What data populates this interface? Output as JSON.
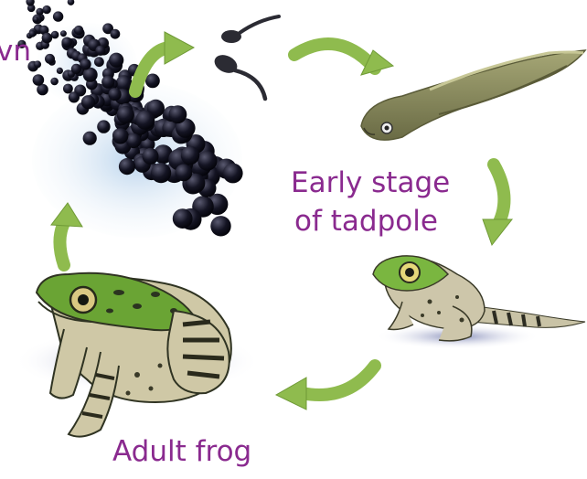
{
  "diagram": {
    "labels": {
      "spawn_partial": "vn",
      "early_tadpole_line1": "Early stage",
      "early_tadpole_line2": "of tadpole",
      "adult_frog": "Adult frog"
    },
    "stages": [
      "frog-spawn",
      "hatchling-tadpoles",
      "early-tadpole",
      "froglet",
      "adult-frog"
    ],
    "colors": {
      "label_text": "#8a2a8f",
      "arrow": "#8fbb4e",
      "spawn_egg": "#141423",
      "spawn_jelly": "#c9def0",
      "tadpole_body": "#8e9360",
      "frog_green": "#5f9c2e",
      "frog_belly": "#f2efdc",
      "shadow": "#7e86b6"
    }
  }
}
